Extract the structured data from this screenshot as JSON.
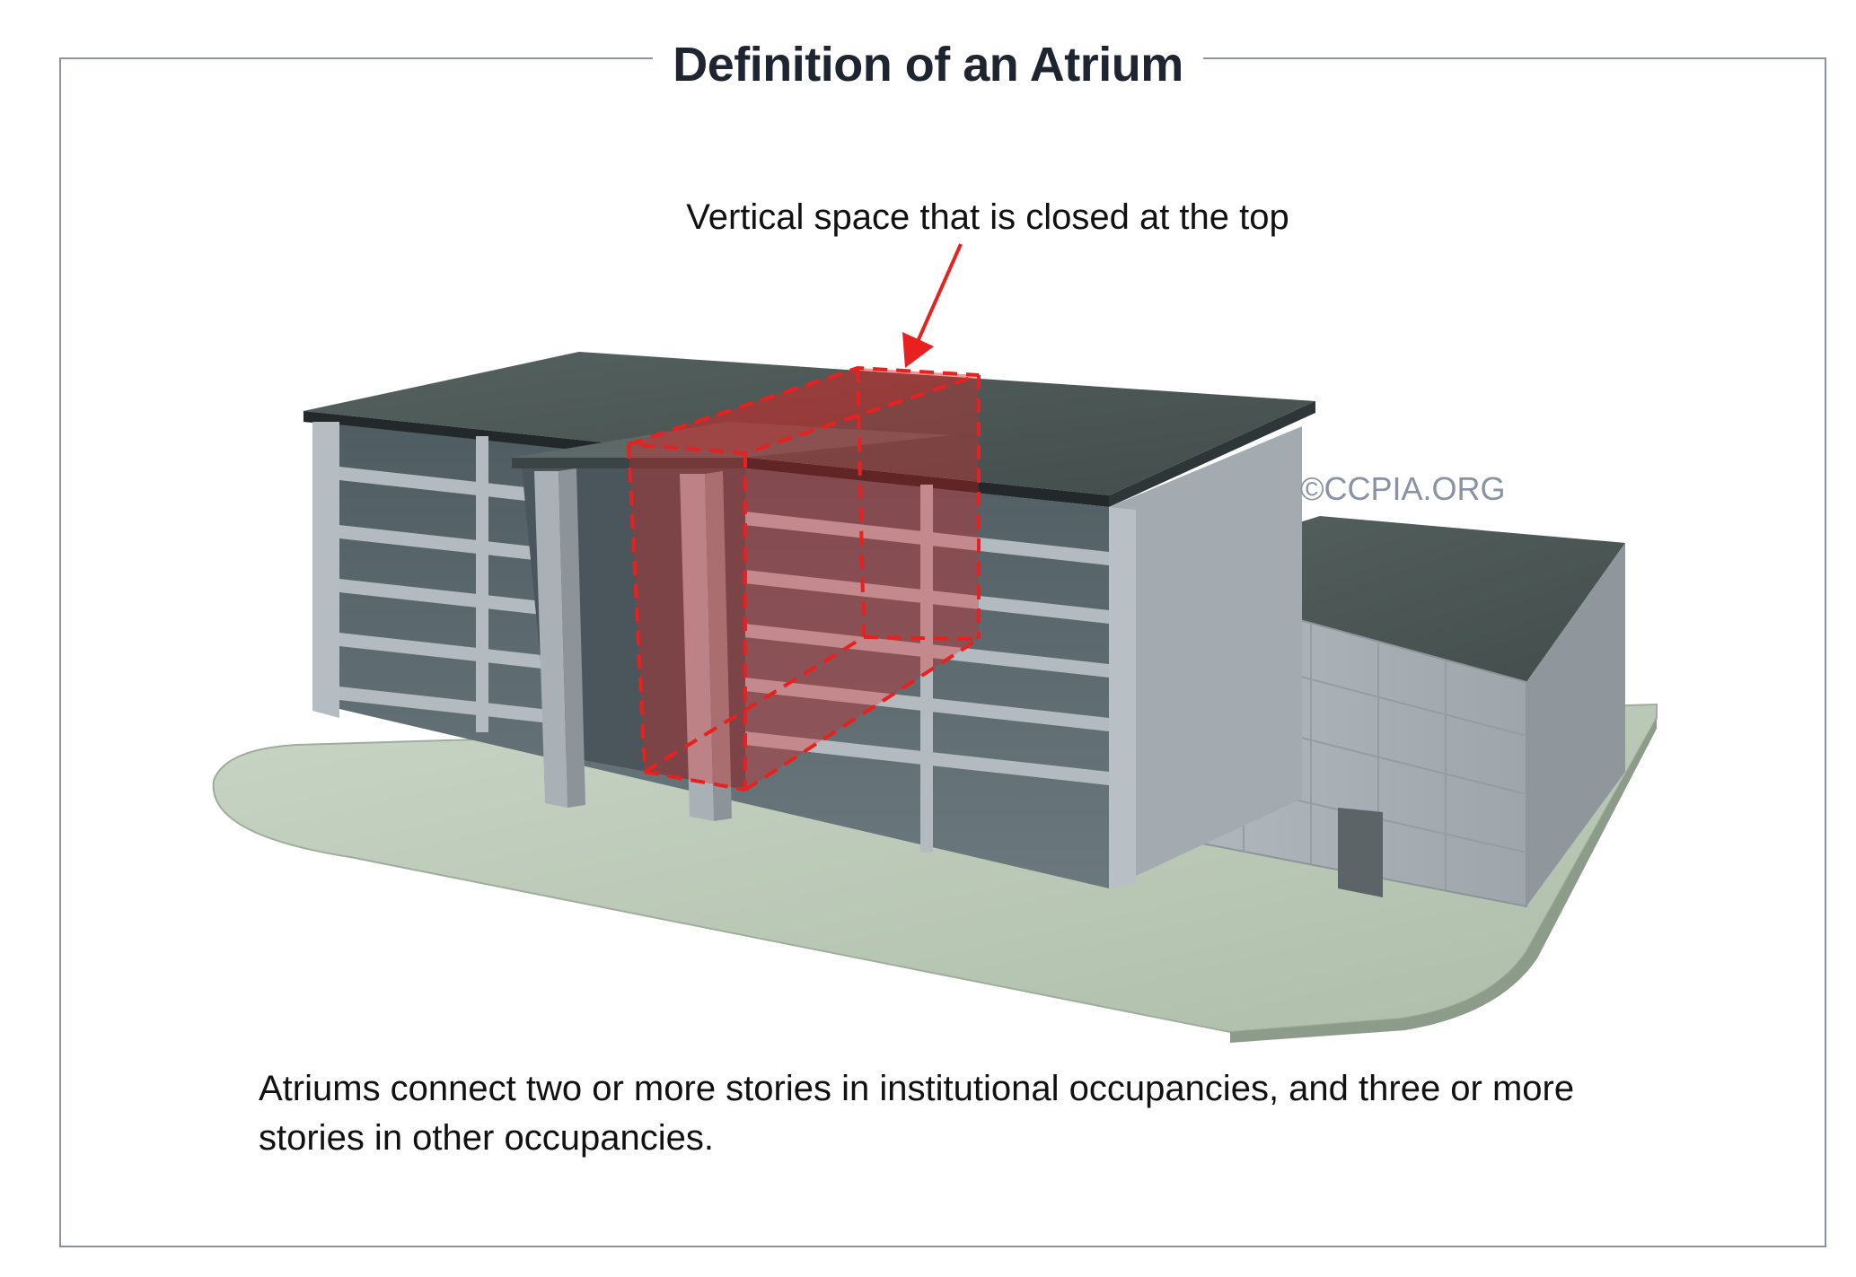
{
  "title": "Definition of an Atrium",
  "callout_label": "Vertical space that is closed at the top",
  "watermark": "©CCPIA.ORG",
  "caption": "Atriums connect two or more stories in institutional occupancies, and three or more stories in other occupancies.",
  "colors": {
    "frame_border": "#8b93a3",
    "title_text": "#1f2530",
    "callout_arrow": "#e8201f",
    "atrium_highlight": "#e8201f",
    "roof": "#4a5654",
    "concrete": "#a9b1b6",
    "glass": "#59666c",
    "ground": "#bac8b6"
  }
}
